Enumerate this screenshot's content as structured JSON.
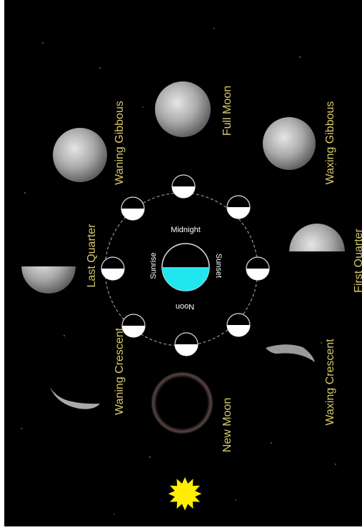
{
  "phases": {
    "full_moon": "Full Moon",
    "waxing_gibbous": "Waxing Gibbous",
    "first_quarter": "First Quarter",
    "waxing_crescent": "Waxing Crescent",
    "new_moon": "New Moon",
    "waning_crescent": "Waning Crescent",
    "last_quarter": "Last Quarter",
    "waning_gibbous": "Waning Gibbous"
  },
  "earth": {
    "midnight": "Midnight",
    "noon": "Noon",
    "sunrise": "Sunrise",
    "sunset": "Sunset"
  },
  "colors": {
    "background": "#000000",
    "label": "#d8c86a",
    "earth_day": "#22e6ee",
    "sun": "#ffee00"
  }
}
